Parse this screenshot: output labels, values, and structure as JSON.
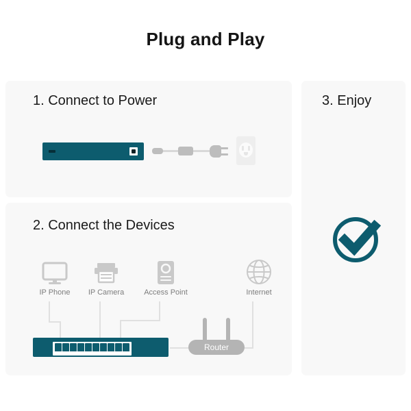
{
  "header": {
    "title": "Plug and Play"
  },
  "theme": {
    "accent_teal": "#0d5c6e",
    "card_bg": "#f8f8f8",
    "page_bg": "#ffffff",
    "device_gray": "#b4b4b4",
    "label_gray": "#7d7d7d"
  },
  "steps": {
    "step1": {
      "title": "1. Connect to Power",
      "icons": {
        "switch": "network-switch-icon",
        "cable": "power-cable-icon",
        "outlet": "wall-outlet-icon"
      }
    },
    "step2": {
      "title": "2. Connect the Devices",
      "devices": [
        {
          "label": "IP Phone",
          "icon": "monitor-icon"
        },
        {
          "label": "IP Camera",
          "icon": "camera-icon"
        },
        {
          "label": "Access Point",
          "icon": "access-point-icon"
        },
        {
          "label": "Internet",
          "icon": "globe-icon"
        }
      ],
      "router": {
        "label": "Router",
        "icon": "router-icon",
        "antennas": 2
      },
      "switch": {
        "icon": "network-switch-icon",
        "ports": 10
      }
    },
    "step3": {
      "title": "3. Enjoy",
      "icon": "check-circle-icon"
    }
  }
}
